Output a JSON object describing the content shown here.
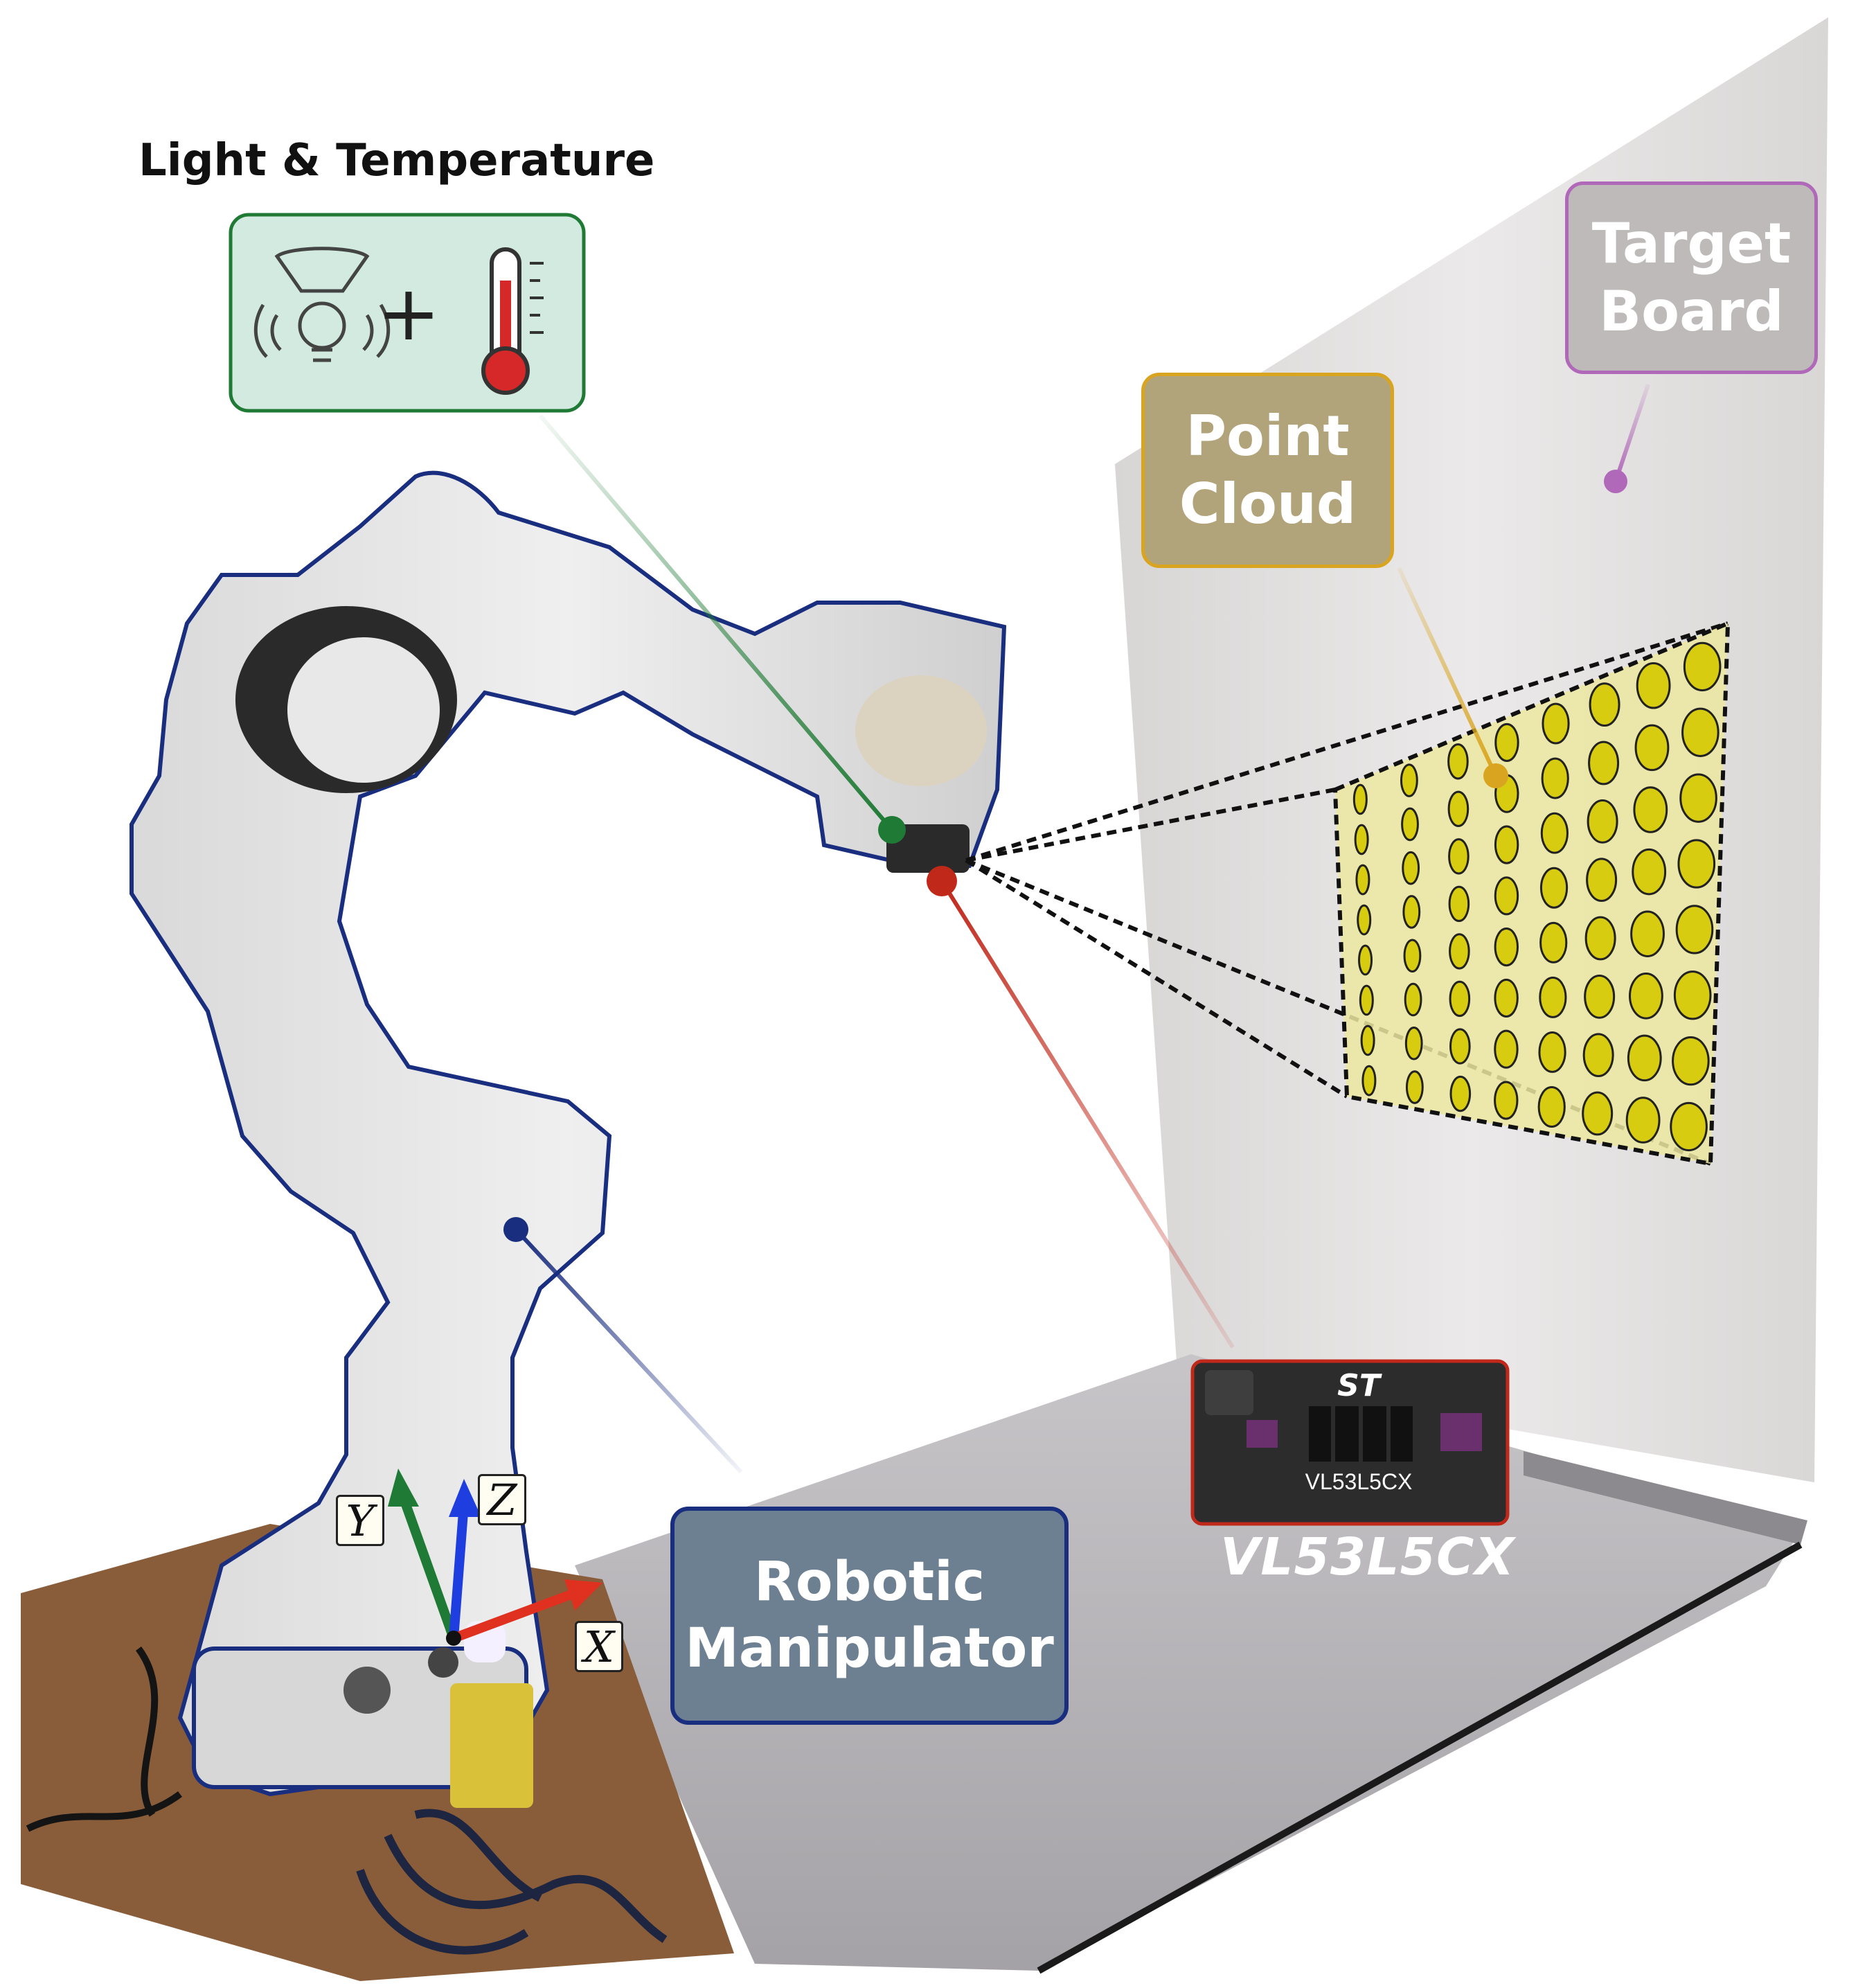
{
  "light_temp": {
    "title": "Light & Temperature",
    "plus": "+"
  },
  "target_board": {
    "label": "Target\nBoard"
  },
  "point_cloud": {
    "label": "Point\nCloud"
  },
  "robot": {
    "label": "Robotic\nManipulator"
  },
  "sensor": {
    "chip_text": "VL53L5CX",
    "caption": "VL53L5CX",
    "logo": "ST"
  },
  "frame": {
    "x": "X",
    "y": "Y",
    "z": "Z"
  },
  "colors": {
    "green": "#1e7a34",
    "red": "#c0281a",
    "blue": "#1a2e80",
    "gold": "#d9a520",
    "purple": "#b068b8",
    "light_temp_fill": "#d2eadf",
    "point_cloud_fill": "#b2a47a",
    "target_fill": "#bebaba",
    "robot_fill": "#6d8091",
    "dot_yellow": "#d8cc10",
    "board_fill": "#ece8a0"
  }
}
